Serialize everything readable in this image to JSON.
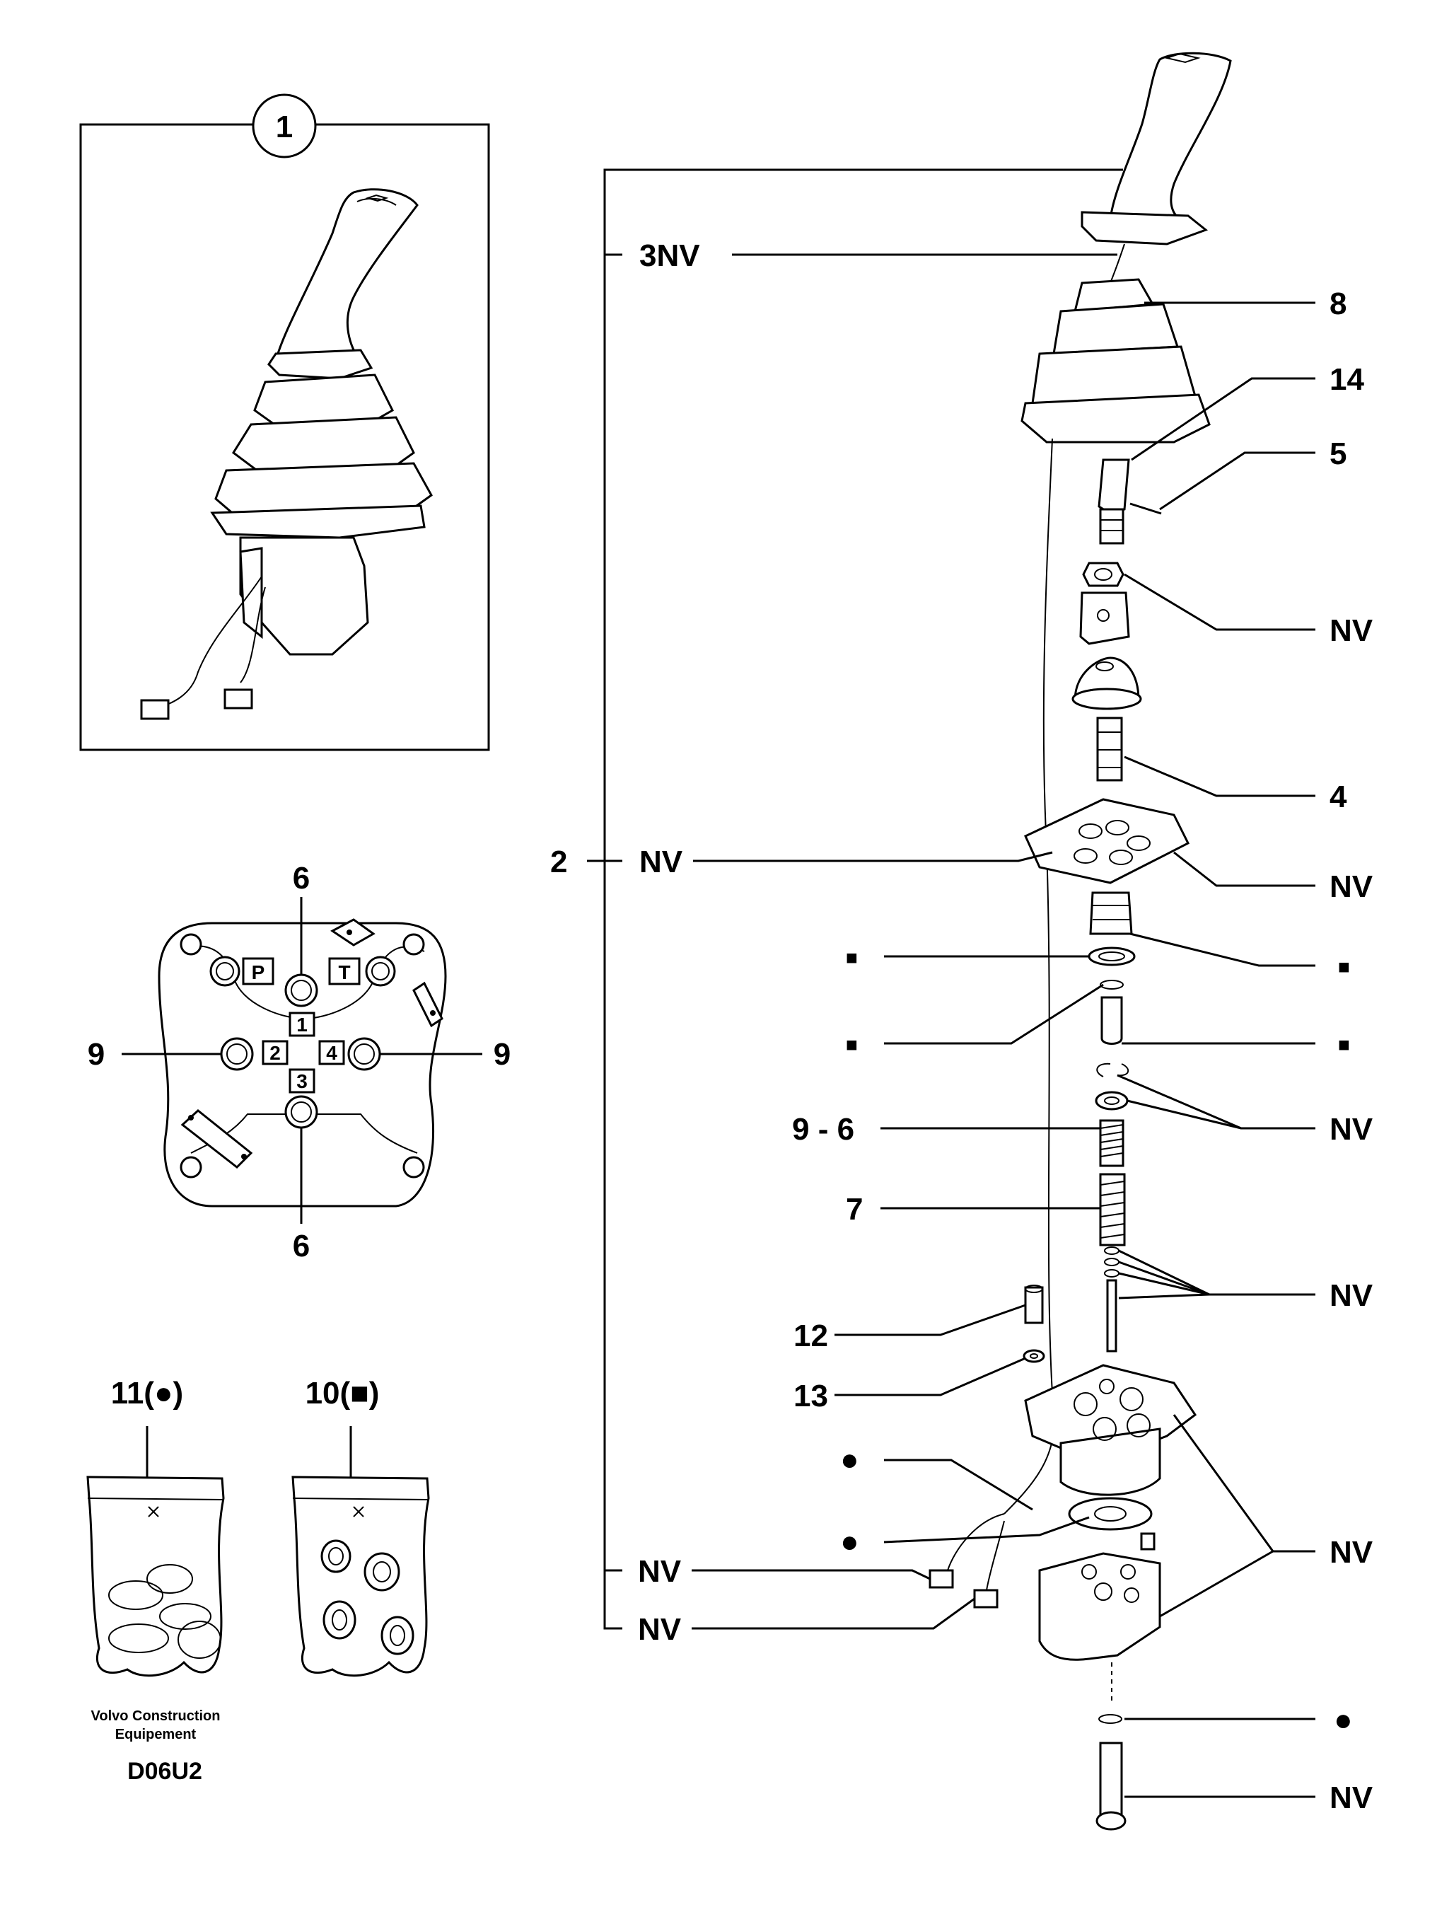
{
  "title": "",
  "inset": {
    "item": "1"
  },
  "labels": {
    "l_3nv": "3NV",
    "l_8": "8",
    "l_14": "14",
    "l_5": "5",
    "l_nv_a": "NV",
    "l_4": "4",
    "l_2": "2",
    "l_2nv": "NV",
    "l_nv_b": "NV",
    "l_sq_left1": "■",
    "l_sq_right1": "■",
    "l_sq_left2": "■",
    "l_sq_right2": "■",
    "l_96": "9 - 6",
    "l_nv_c": "NV",
    "l_7": "7",
    "l_nv_d": "NV",
    "l_12": "12",
    "l_13": "13",
    "l_dot_left1": "●",
    "l_dot_left2": "●",
    "l_nv_e": "NV",
    "l_nv_left1": "NV",
    "l_nv_left2": "NV",
    "l_dot_right": "●",
    "l_nv_f": "NV"
  },
  "port_view": {
    "top": "6",
    "bottom": "6",
    "left": "9",
    "right": "9",
    "p": "P",
    "t": "T",
    "n1": "1",
    "n2": "2",
    "n3": "3",
    "n4": "4"
  },
  "kits": {
    "k11": "11(●)",
    "k10": "10(■)"
  },
  "footer": {
    "line1": "Volvo Construction",
    "line2": "Equipement",
    "code": "D06U2"
  }
}
